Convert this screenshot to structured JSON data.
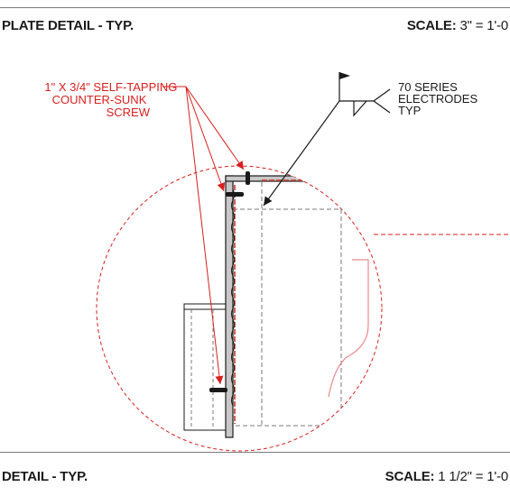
{
  "top_header": {
    "title": "PLATE DETAIL - TYP.",
    "scale_label": "SCALE:",
    "scale_value": "3\" = 1'-0"
  },
  "bottom_header": {
    "title": "DETAIL - TYP.",
    "scale_label": "SCALE:",
    "scale_value": "1 1/2\" = 1'-0"
  },
  "screw_callout": {
    "lines": [
      "1\" X 3/4\" SELF-TAPPING",
      "COUNTER-SUNK",
      "SCREW"
    ]
  },
  "weld_callout": {
    "lines": [
      "70 SERIES",
      "ELECTRODES",
      "TYP"
    ]
  },
  "colors": {
    "annotation_red": "#d81f1f",
    "line_dark": "#1a1a1a",
    "hidden_line_gray": "#7a7a7a",
    "frame_gray": "#7a7a7a"
  }
}
